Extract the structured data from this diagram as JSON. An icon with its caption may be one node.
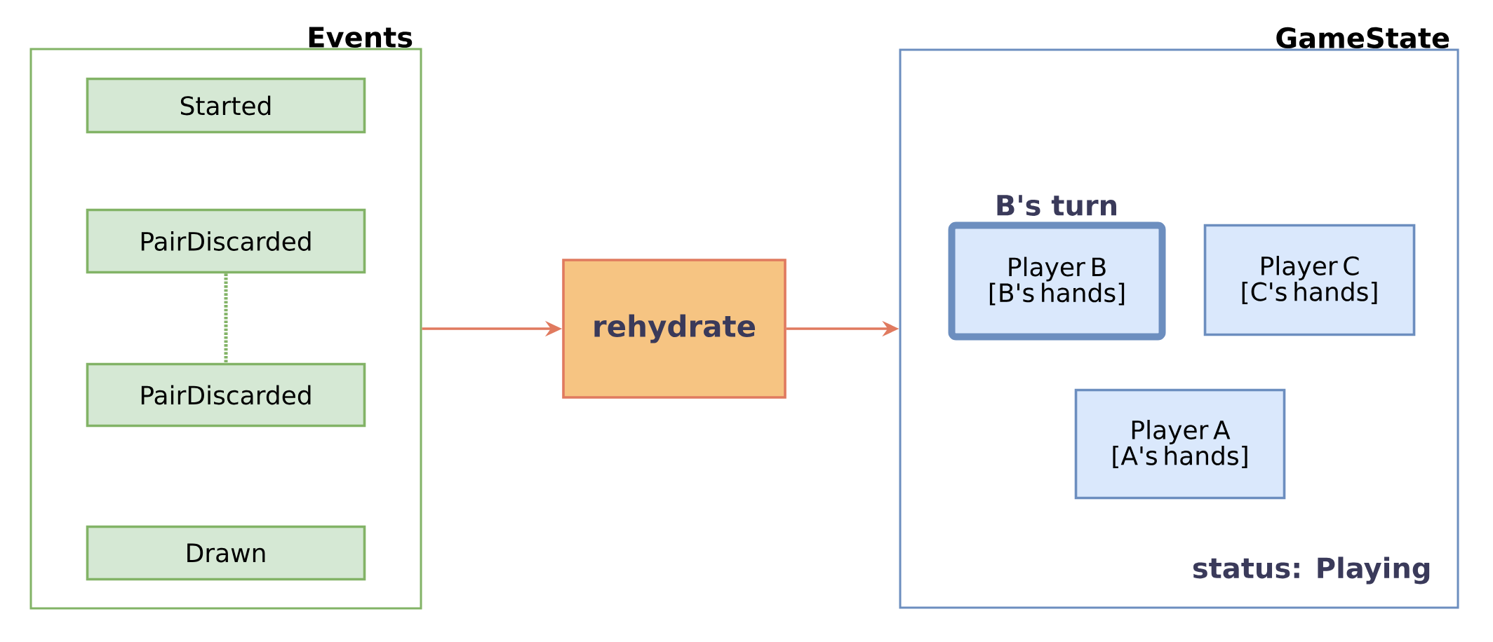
{
  "diagram": {
    "nodes": [
      {
        "text": [
          "Events"
        ]
      },
      {
        "text": [
          "Started"
        ],
        "in": 0
      },
      {
        "text": [
          "PairDiscarded"
        ],
        "in": 0
      },
      {
        "text": [
          "PairDiscarded"
        ],
        "in": 0
      },
      {
        "text": [
          "Drawn"
        ],
        "in": 0
      },
      {
        "text": [
          "rehydrate"
        ]
      },
      {
        "text": [
          "GameState",
          "status: Playing"
        ]
      },
      {
        "text": [
          "Player B [B's hands]"
        ],
        "in": 6,
        "beside": [
          "B's turn"
        ]
      },
      {
        "text": [
          "Player C [C's hands]"
        ],
        "in": 6
      },
      {
        "text": [
          "Player A [A's hands]"
        ],
        "in": 6
      }
    ],
    "edges": [
      {
        "from": 0,
        "to": 5,
        "arrow": "to"
      },
      {
        "from": 5,
        "to": 6,
        "arrow": "to"
      },
      {
        "from": 2,
        "to": 3,
        "arrow": "none",
        "style": "dashed",
        "color": "#82b366"
      }
    ]
  }
}
